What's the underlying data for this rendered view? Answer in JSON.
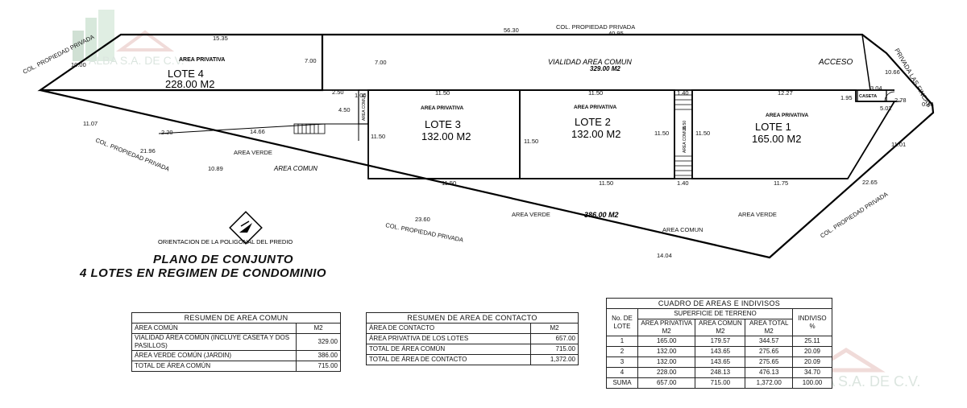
{
  "plan": {
    "title_line1": "PLANO DE CONJUNTO",
    "title_line2": "4 LOTES EN REGIMEN DE CONDOMINIO",
    "orientation_label": "ORIENTACION DE LA POLIGONAL DEL PREDIO",
    "watermark_text": "ALBA S.A. DE C.V.",
    "labels": {
      "col_propiedad_privada": "COL. PROPIEDAD PRIVADA",
      "col_propiedad_privada_topleft": "COL. PROPIEDAD PRIVADA",
      "privada_las_fincas": "PRIVADA LAS FINCAS",
      "vialidad": "VIALIDAD AREA COMUN",
      "vialidad_area": "329.00 M2",
      "acceso": "ACCESO",
      "caseta": "CASETA",
      "area_privativa": "AREA PRIVATIVA",
      "area_verde": "AREA VERDE",
      "area_comun": "AREA COMUN",
      "area_verde_total": "386.00 M2",
      "pasillo": "AREA COMUN"
    },
    "lots": [
      {
        "name": "LOTE 4",
        "area": "228.00 M2"
      },
      {
        "name": "LOTE 3",
        "area": "132.00 M2"
      },
      {
        "name": "LOTE 2",
        "area": "132.00 M2"
      },
      {
        "name": "LOTE 1",
        "area": "165.00 M2"
      }
    ],
    "dims": {
      "d_15_35": "15.35",
      "d_56_30": "56.30",
      "d_40_95": "40.95",
      "d_10_00": "10.00",
      "d_7_00a": "7.00",
      "d_7_00b": "7.00",
      "d_10_66": "10.66",
      "d_3_04": "3.04",
      "d_1_95": "1.95",
      "d_2_78": "2.78",
      "d_5_02": "5.02",
      "d_0_43": "0.43",
      "d_2_50": "2.50",
      "d_1_00": "1.00",
      "d_4_50": "4.50",
      "d_11_50_l3top": "11.50",
      "d_11_50_l2top": "11.50",
      "d_1_40top": "1.40",
      "d_12_27": "12.27",
      "d_11_07": "11.07",
      "d_2_20": "2.20",
      "d_14_66": "14.66",
      "d_11_50_l3left": "11.50",
      "d_11_50_l2left": "11.50",
      "d_11_50_l2right": "11.50",
      "d_11_50_l1left": "11.50",
      "d_11_01": "11.01",
      "d_21_96": "21.96",
      "d_10_89": "10.89",
      "d_11_50_l3bot": "11.50",
      "d_11_50_l2bot": "11.50",
      "d_1_40bot": "1.40",
      "d_11_75": "11.75",
      "d_22_65": "22.65",
      "d_23_60": "23.60",
      "d_14_04": "14.04",
      "d_11_50_pasillo": "11.50"
    }
  },
  "resumen_area_comun": {
    "title": "RESUMEN DE AREA COMUN",
    "header": [
      "ÁREA COMÚN",
      "M2"
    ],
    "rows": [
      {
        "label": "VIALIDAD ÁREA COMÚN (INCLUYE CASETA Y DOS PASILLOS)",
        "value": "329.00"
      },
      {
        "label": "ÁREA VERDE COMÚN  (JARDIN)",
        "value": "386.00"
      },
      {
        "label": "TOTAL DE ÁREA COMÚN",
        "value": "715.00"
      }
    ]
  },
  "resumen_area_contacto": {
    "title": "RESUMEN DE AREA DE CONTACTO",
    "header": [
      "ÁREA DE CONTACTO",
      "M2"
    ],
    "rows": [
      {
        "label": "ÁREA PRIVATIVA DE LOS LOTES",
        "value": "657.00"
      },
      {
        "label": "TOTAL DE ÁREA COMÚN",
        "value": "715.00"
      },
      {
        "label": "TOTAL DE ÁREA DE CONTACTO",
        "value": "1,372.00"
      }
    ]
  },
  "cuadro_areas": {
    "title": "CUADRO DE AREAS E INDIVISOS",
    "col_no_lote": "No. DE LOTE",
    "col_superficie": "SUPERFICIE DE TERRENO",
    "col_privativa": "AREA PRIVATIVA M2",
    "col_comun": "AREA COMUN M2",
    "col_total": "AREA TOTAL M2",
    "col_indiviso": "INDIVISO %",
    "rows": [
      {
        "lote": "1",
        "privativa": "165.00",
        "comun": "179.57",
        "total": "344.57",
        "indiviso": "25.11"
      },
      {
        "lote": "2",
        "privativa": "132.00",
        "comun": "143.65",
        "total": "275.65",
        "indiviso": "20.09"
      },
      {
        "lote": "3",
        "privativa": "132.00",
        "comun": "143.65",
        "total": "275.65",
        "indiviso": "20.09"
      },
      {
        "lote": "4",
        "privativa": "228.00",
        "comun": "248.13",
        "total": "476.13",
        "indiviso": "34.70"
      }
    ],
    "suma": {
      "lote": "SUMA",
      "privativa": "657.00",
      "comun": "715.00",
      "total": "1,372.00",
      "indiviso": "100.00"
    }
  }
}
